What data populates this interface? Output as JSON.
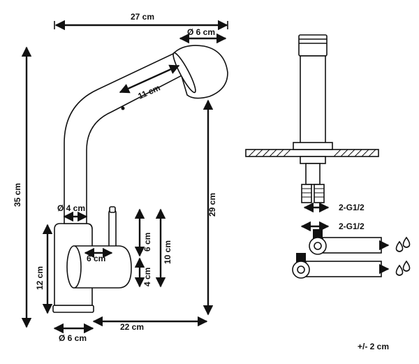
{
  "dimensions": {
    "total_width": "27 cm",
    "spout_head_diameter": "Ø 6 cm",
    "spout_length": "11 cm",
    "total_height": "35 cm",
    "spout_height": "29 cm",
    "neck_diameter": "Ø 4 cm",
    "handle_width": "6 cm",
    "handle_height": "6 cm",
    "handle_offset": "4 cm",
    "handle_total": "10 cm",
    "base_height": "12 cm",
    "spout_reach": "22 cm",
    "base_diameter": "Ø 6 cm"
  },
  "connections": {
    "thread_upper": "2-G1/2",
    "thread_lower": "2-G1/2"
  },
  "tolerance": "+/- 2 cm"
}
